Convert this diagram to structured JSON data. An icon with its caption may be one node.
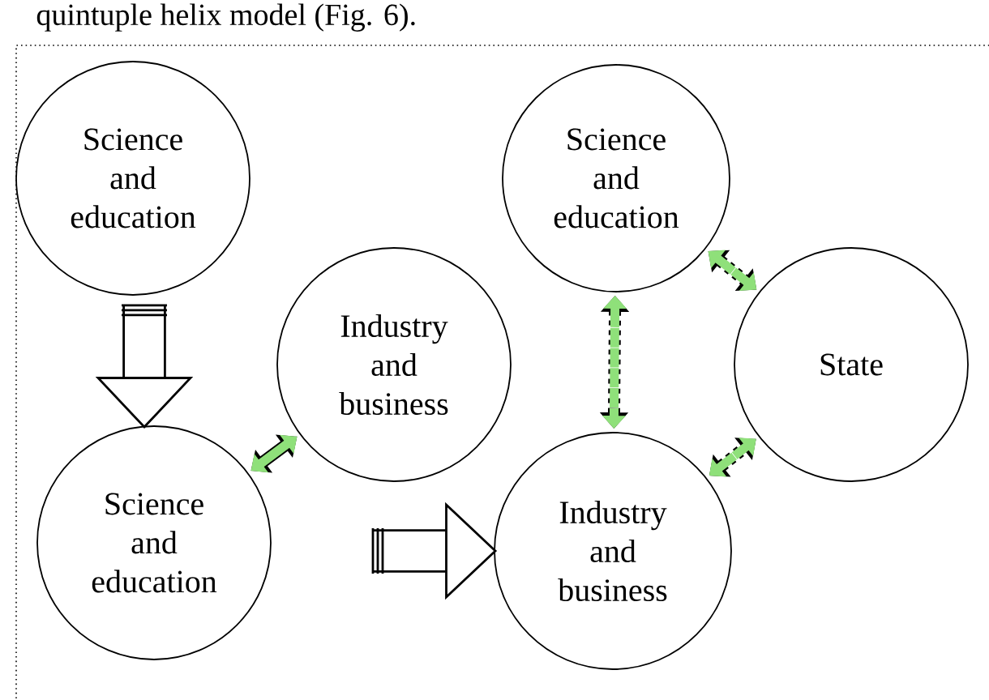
{
  "diagram": {
    "nodes": [
      {
        "text": [
          "Science and education"
        ]
      },
      {
        "text": [
          "Science and education"
        ]
      },
      {
        "text": [
          "Industry and business"
        ]
      },
      {
        "text": [
          "State"
        ]
      },
      {
        "text": [
          "Science and education"
        ]
      },
      {
        "text": [
          "Industry and business"
        ]
      }
    ],
    "edges": [
      {
        "from": 0,
        "to": 4,
        "arrow": "to",
        "color": "#000000"
      },
      {
        "from": 4,
        "to": 2,
        "arrow": "both"
      },
      {
        "from": 1,
        "to": 5,
        "arrow": "both",
        "style": "dashed"
      },
      {
        "from": 1,
        "to": 3,
        "arrow": "both",
        "style": "dashed"
      },
      {
        "from": 5,
        "to": 3,
        "arrow": "both",
        "style": "dashed"
      },
      {
        "from": null,
        "to": 5,
        "arrow": "to",
        "color": "#000000"
      }
    ],
    "labels": [
      "quintuple helix model (Fig. 6)."
    ]
  }
}
